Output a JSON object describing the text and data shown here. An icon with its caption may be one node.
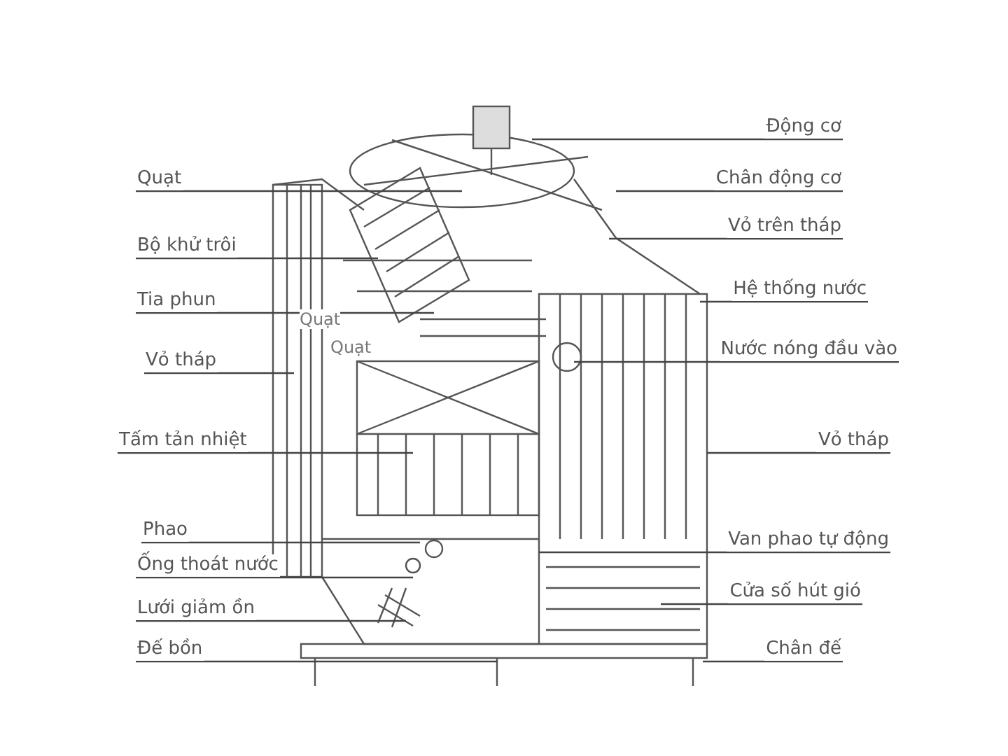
{
  "diagram": {
    "nodes": [
      {
        "text": [
          "Quạt"
        ]
      },
      {
        "text": [
          "Bộ khử trôi"
        ]
      },
      {
        "text": [
          "Tia phun"
        ]
      },
      {
        "text": [
          "Vỏ tháp"
        ]
      },
      {
        "text": [
          "Tấm tản nhiệt"
        ]
      },
      {
        "text": [
          "Phao"
        ]
      },
      {
        "text": [
          "Ống thoát nước"
        ]
      },
      {
        "text": [
          "Lưới giảm ồn"
        ]
      },
      {
        "text": [
          "Đế bồn"
        ]
      },
      {
        "text": [
          "Động cơ"
        ]
      },
      {
        "text": [
          "Chân động cơ"
        ]
      },
      {
        "text": [
          "Vỏ trên tháp"
        ]
      },
      {
        "text": [
          "Hệ thống nước"
        ]
      },
      {
        "text": [
          "Nước nóng đầu vào"
        ]
      },
      {
        "text": [
          "Vỏ tháp"
        ]
      },
      {
        "text": [
          "Van phao tự động"
        ]
      },
      {
        "text": [
          "Cửa số hút gió"
        ]
      },
      {
        "text": [
          "Chân đế"
        ]
      }
    ],
    "edges": [
      {
        "from": 0,
        "to": null,
        "arrow": "none"
      },
      {
        "from": 1,
        "to": null,
        "arrow": "none"
      },
      {
        "from": 2,
        "to": null,
        "arrow": "none"
      },
      {
        "from": 3,
        "to": null,
        "arrow": "none"
      },
      {
        "from": 4,
        "to": null,
        "arrow": "none"
      },
      {
        "from": 5,
        "to": null,
        "arrow": "none"
      },
      {
        "from": 6,
        "to": null,
        "arrow": "none"
      },
      {
        "from": 7,
        "to": null,
        "arrow": "none"
      },
      {
        "from": 8,
        "to": null,
        "arrow": "none"
      },
      {
        "from": 9,
        "to": null,
        "arrow": "none"
      },
      {
        "from": 10,
        "to": null,
        "arrow": "none"
      },
      {
        "from": 11,
        "to": null,
        "arrow": "none"
      },
      {
        "from": 12,
        "to": null,
        "arrow": "none"
      },
      {
        "from": 13,
        "to": null,
        "arrow": "none"
      },
      {
        "from": 14,
        "to": null,
        "arrow": "none"
      },
      {
        "from": 15,
        "to": null,
        "arrow": "none"
      },
      {
        "from": 16,
        "to": null,
        "arrow": "none"
      },
      {
        "from": 17,
        "to": null,
        "arrow": "none"
      }
    ],
    "labels": [
      "Quạt",
      "Quạt"
    ]
  }
}
